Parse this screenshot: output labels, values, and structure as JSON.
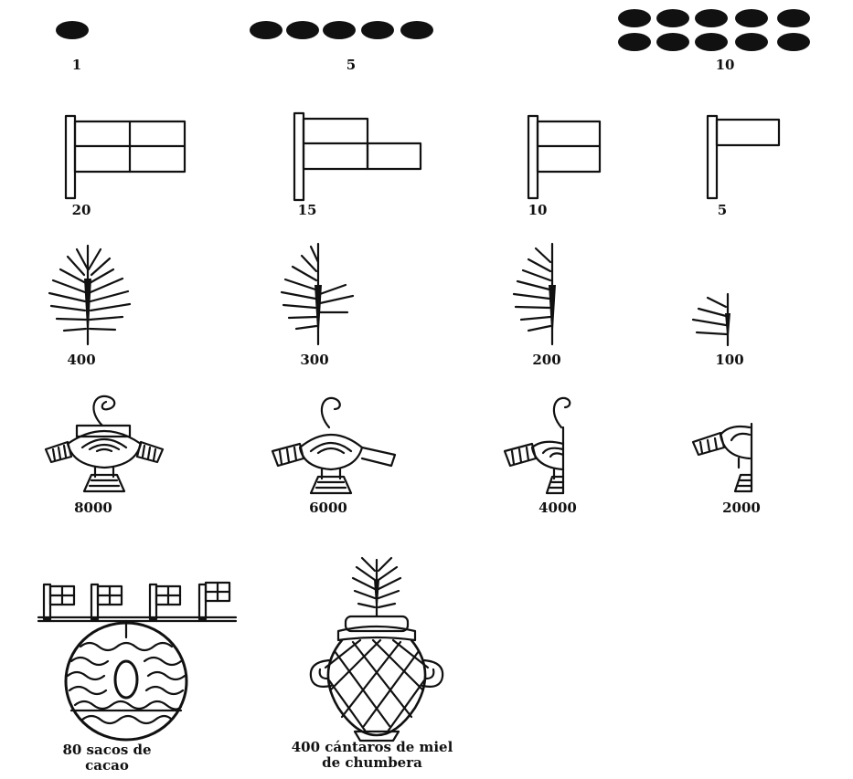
{
  "dots": {
    "one": "1",
    "five": "5",
    "ten": "10"
  },
  "flags": {
    "twenty": "20",
    "fifteen": "15",
    "ten": "10",
    "five": "5"
  },
  "feathers": {
    "four_hundred": "400",
    "three_hundred": "300",
    "two_hundred": "200",
    "one_hundred": "100"
  },
  "bags": {
    "eight_thousand": "8000",
    "six_thousand": "6000",
    "four_thousand": "4000",
    "two_thousand": "2000"
  },
  "examples": {
    "cacao": [
      "80 sacos de",
      "cacao"
    ],
    "honey": [
      "400 cántaros de miel",
      "de chumbera"
    ]
  }
}
